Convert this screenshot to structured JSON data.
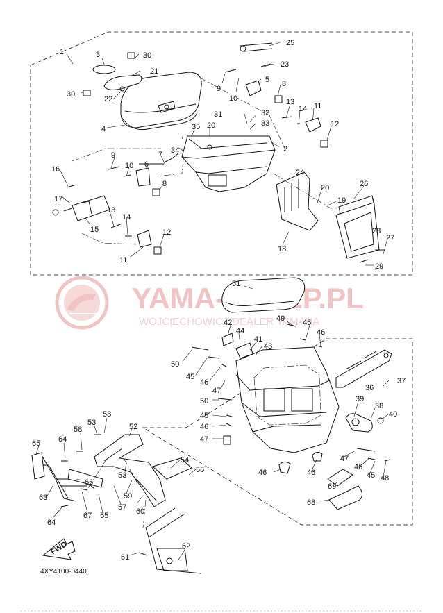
{
  "watermark": {
    "brand": "YAMA-SKLEP.PL",
    "tagline": "WOJCIECHOWICZ DEALER YAMAHA",
    "color": "#e8a0a0"
  },
  "diagram_code": "4XY4100-0440",
  "fwd_label": "FWD",
  "labels": {
    "n1": "1",
    "n2": "2",
    "n3": "3",
    "n4": "4",
    "n5": "5",
    "n6": "6",
    "n7": "7",
    "n8a": "8",
    "n8b": "8",
    "n9a": "9",
    "n9b": "9",
    "n10a": "10",
    "n10b": "10",
    "n11a": "11",
    "n11b": "11",
    "n12a": "12",
    "n12b": "12",
    "n13a": "13",
    "n13b": "13",
    "n14a": "14",
    "n14b": "14",
    "n15": "15",
    "n16": "16",
    "n17": "17",
    "n18": "18",
    "n19": "19",
    "n20a": "20",
    "n20b": "20",
    "n21": "21",
    "n22": "22",
    "n23": "23",
    "n24": "24",
    "n25": "25",
    "n26": "26",
    "n27": "27",
    "n28": "28",
    "n29": "29",
    "n30a": "30",
    "n30b": "30",
    "n31": "31",
    "n32": "32",
    "n33": "33",
    "n34": "34",
    "n35": "35",
    "n36": "36",
    "n37": "37",
    "n38": "38",
    "n39": "39",
    "n40": "40",
    "n41": "41",
    "n42": "42",
    "n43": "43",
    "n44": "44",
    "n45a": "45",
    "n45b": "45",
    "n45c": "45",
    "n45d": "45",
    "n46a": "46",
    "n46b": "46",
    "n46c": "46",
    "n46d": "46",
    "n46e": "46",
    "n46f": "46",
    "n47a": "47",
    "n47b": "47",
    "n47c": "47",
    "n48": "48",
    "n49": "49",
    "n50a": "50",
    "n50b": "50",
    "n51": "51",
    "n52": "52",
    "n53a": "53",
    "n53b": "53",
    "n54": "54",
    "n55": "55",
    "n56": "56",
    "n57": "57",
    "n58a": "58",
    "n58b": "58",
    "n59": "59",
    "n60": "60",
    "n61": "61",
    "n62": "62",
    "n63": "63",
    "n64a": "64",
    "n64b": "64",
    "n65": "65",
    "n66": "66",
    "n67": "67",
    "n68": "68",
    "n69": "69"
  }
}
